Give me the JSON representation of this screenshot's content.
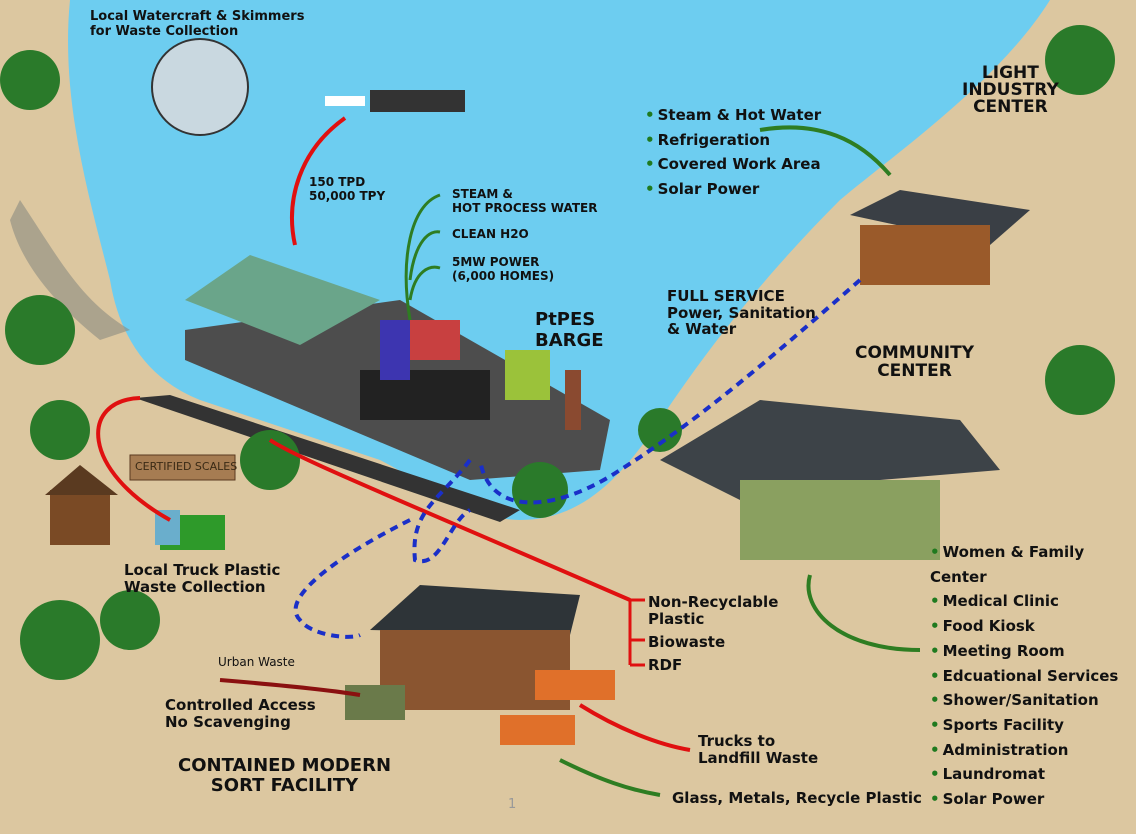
{
  "labels": {
    "watercraft": "Local Watercraft & Skimmers\nfor Waste Collection",
    "tonnage": "150 TPD\n50,000 TPY",
    "steam": "STEAM &\nHOT PROCESS WATER",
    "clean_h2o": "CLEAN H2O",
    "power": "5MW POWER\n(6,000 HOMES)",
    "barge": "PtPES\nBARGE",
    "full_service": "FULL SERVICE\nPower, Sanitation\n& Water",
    "light_industry": "LIGHT\nINDUSTRY\nCENTER",
    "community_center": "COMMUNITY\nCENTER",
    "scales_sign": "CERTIFIED SCALES",
    "local_truck": "Local Truck Plastic\nWaste Collection",
    "urban_waste": "Urban Waste",
    "controlled_access": "Controlled Access\nNo Scavenging",
    "sort_facility": "CONTAINED MODERN\nSORT FACILITY",
    "non_recyclable": "Non-Recyclable\nPlastic",
    "biowaste": "Biowaste",
    "rdf": "RDF",
    "trucks_landfill": "Trucks to\nLandfill Waste",
    "recycle": "Glass, Metals, Recycle Plastic",
    "page_number": "1"
  },
  "industry_features": [
    "Steam & Hot Water",
    "Refrigeration",
    "Covered Work Area",
    "Solar Power"
  ],
  "community_services": [
    "Women & Family Center",
    "Medical Clinic",
    "Food Kiosk",
    "Meeting Room",
    "Edcuational Services",
    "Shower/Sanitation",
    "Sports Facility",
    "Administration",
    "Laundromat",
    "Solar Power"
  ],
  "colors": {
    "water": "#6dcdf0",
    "sand": "#dcc7a0",
    "red_arrow": "#e01010",
    "green_arrow": "#2e7d22",
    "blue_dotted": "#1a2fc8"
  }
}
